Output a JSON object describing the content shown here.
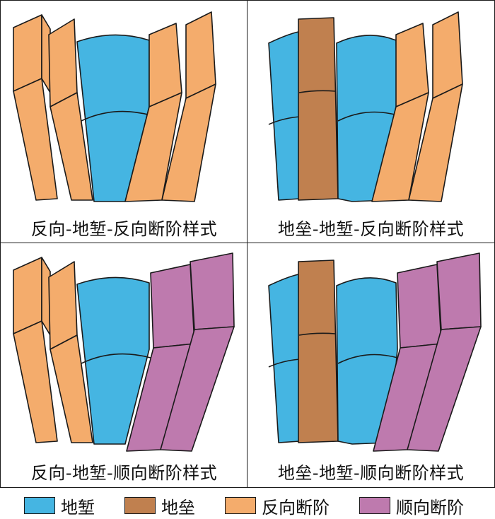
{
  "colors": {
    "graben": "#45b5e2",
    "horst": "#c0804f",
    "antithetic": "#f4ac6c",
    "synthetic": "#be7aae",
    "outline": "#1a1a1a"
  },
  "panels": [
    {
      "caption": "反向-地堑-反向断阶样式",
      "left": "antithetic",
      "center": "graben",
      "right": "antithetic",
      "horst": false
    },
    {
      "caption": "地垒-地堑-反向断阶样式",
      "left": "graben",
      "center": "graben",
      "right": "antithetic",
      "horst": true
    },
    {
      "caption": "反向-地堑-顺向断阶样式",
      "left": "antithetic",
      "center": "graben",
      "right": "synthetic",
      "horst": false
    },
    {
      "caption": "地垒-地堑-顺向断阶样式",
      "left": "graben",
      "center": "graben",
      "right": "synthetic",
      "horst": true
    }
  ],
  "legend": [
    {
      "label": "地堑",
      "color": "graben"
    },
    {
      "label": "地垒",
      "color": "horst"
    },
    {
      "label": "反向断阶",
      "color": "antithetic"
    },
    {
      "label": "顺向断阶",
      "color": "synthetic"
    }
  ]
}
